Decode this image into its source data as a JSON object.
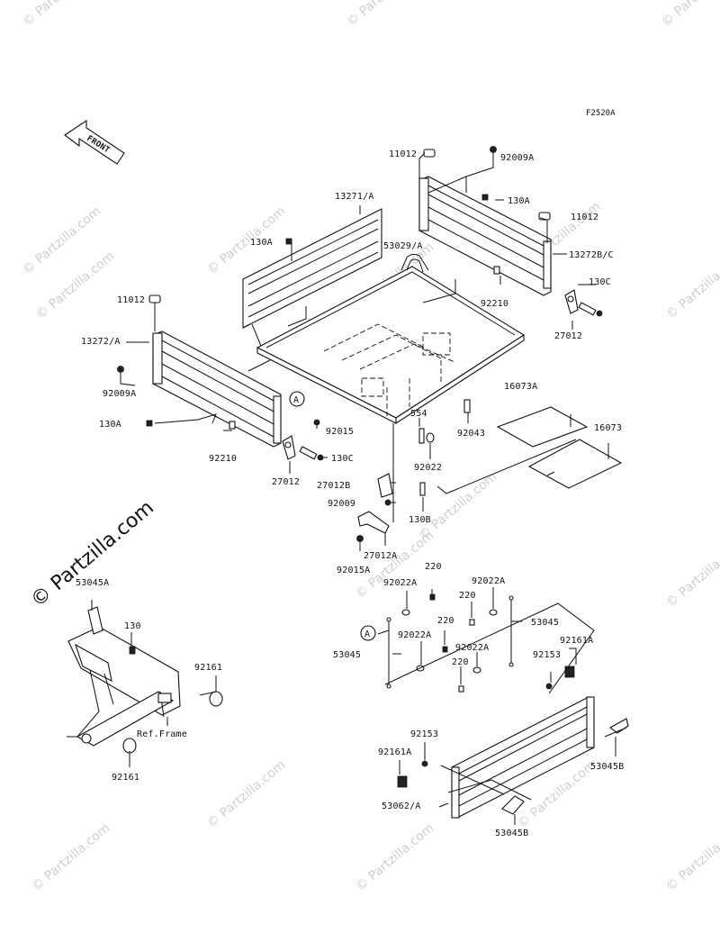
{
  "figure_code": "F2520A",
  "front_arrow_label": "FRONT",
  "ref_frame_label": "Ref.Frame",
  "callout_A": "A",
  "watermarks": [
    "© Partzilla.com",
    "© Partzilla.com",
    "© Partzilla.com",
    "© Partzilla.com",
    "© Partzilla.com",
    "© Partzilla.com",
    "© Partzilla.com",
    "© Partzilla.com",
    "© Partzilla.com",
    "© Partzilla.com",
    "© Partzilla.com",
    "© Partzilla.com",
    "© Partzilla.com",
    "© Partzilla.com",
    "© Partzilla.com",
    "© Partzilla.com",
    "© Partzilla.com"
  ],
  "watermark_large": "© Partzilla.com",
  "parts": {
    "p11012_top": "11012",
    "p92009A_top": "92009A",
    "p13271A": "13271/A",
    "p130A_right": "130A",
    "p11012_right": "11012",
    "p130A_left": "130A",
    "p53029A": "53029/A",
    "p13272BC": "13272B/C",
    "p130C_right": "130C",
    "p92210_right": "92210",
    "p11012_left": "11012",
    "p27012_right": "27012",
    "p13272A": "13272/A",
    "p16073A": "16073A",
    "p92009A_left": "92009A",
    "p554": "554",
    "p16073": "16073",
    "p130A_lower": "130A",
    "p92015": "92015",
    "p92043": "92043",
    "p92210_left": "92210",
    "p130C_left": "130C",
    "p92022_mid": "92022",
    "p27012_left": "27012",
    "p27012B": "27012B",
    "p92009": "92009",
    "p130B": "130B",
    "p27012A": "27012A",
    "p92015A": "92015A",
    "p53045A": "53045A",
    "p220_a": "220",
    "p92022A_a": "92022A",
    "p92022A_b": "92022A",
    "p220_b": "220",
    "p130": "130",
    "p53045_right": "53045",
    "p220_c": "220",
    "p53045_left": "53045",
    "p92022A_c": "92022A",
    "p92022A_d": "92022A",
    "p92161A_right": "92161A",
    "p92161_right": "92161",
    "p220_d": "220",
    "p92153_right": "92153",
    "p92161_left": "92161",
    "p92153_left": "92153",
    "p92161A_left": "92161A",
    "p53045B_right": "53045B",
    "p53062A": "53062/A",
    "p53045B_bottom": "53045B"
  }
}
